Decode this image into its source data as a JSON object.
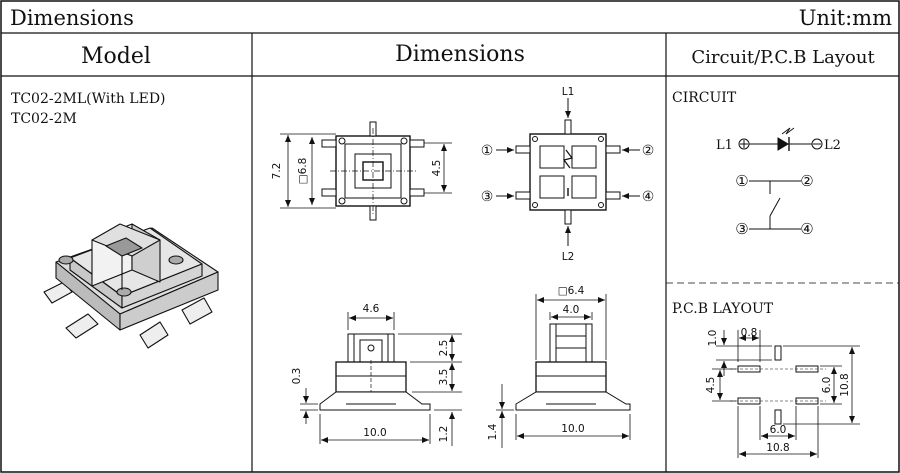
{
  "header": {
    "title": "Dimensions",
    "unit": "Unit:mm"
  },
  "columns": {
    "model": "Model",
    "dimensions": "Dimensions",
    "layout": "Circuit/P.C.B Layout"
  },
  "models": [
    "TC02-2ML(With LED)",
    "TC02-2M"
  ],
  "dimensions": {
    "top_view": {
      "height": "7.2",
      "inner": "□6.8",
      "pitch": "4.5"
    },
    "led_view": {
      "l1": "L1",
      "l2": "L2",
      "t1": "①",
      "t2": "②",
      "t3": "③",
      "t4": "④"
    },
    "side_left": {
      "cap": "4.6",
      "offset": "0.3",
      "upper": "2.5",
      "lower": "3.5",
      "width": "10.0",
      "base": "1.2"
    },
    "side_right": {
      "body": "□6.4",
      "cap": "4.0",
      "width": "10.0",
      "base": "1.4"
    }
  },
  "circuit": {
    "label": "CIRCUIT",
    "l1": "L1",
    "l2": "L2",
    "t1": "①",
    "t2": "②",
    "t3": "③",
    "t4": "④"
  },
  "pcb": {
    "label": "P.C.B LAYOUT",
    "pad_w": "0.8",
    "pad_h": "1.0",
    "pitch_v": "4.5",
    "inner_v": "6.0",
    "outer_v": "10.8",
    "inner_h": "6.0",
    "outer_h": "10.8"
  }
}
